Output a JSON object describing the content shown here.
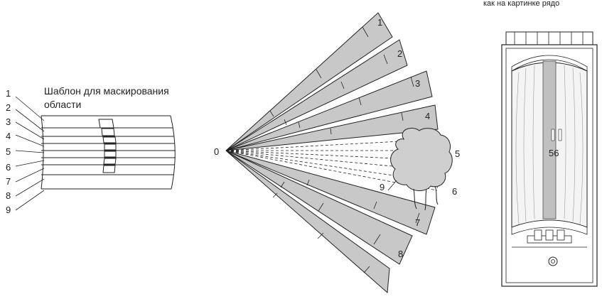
{
  "left_panel": {
    "caption_line1": "Шаблон для маскирования",
    "caption_line2": "области",
    "strip_labels": [
      "1",
      "2",
      "3",
      "4",
      "5",
      "6",
      "7",
      "8",
      "9"
    ]
  },
  "fan_panel": {
    "origin_label": "0",
    "sector_labels": [
      "1",
      "2",
      "3",
      "4",
      "5",
      "6",
      "7",
      "8"
    ],
    "obstacle_label": "9",
    "dashed_labels": [
      "5",
      "6"
    ]
  },
  "right_panel": {
    "caption": "как на картинке рядо",
    "device_label": "56"
  },
  "colors": {
    "band_fill": "#c8c8c8",
    "line": "#222222",
    "tree_fill": "#cfcfcf"
  }
}
